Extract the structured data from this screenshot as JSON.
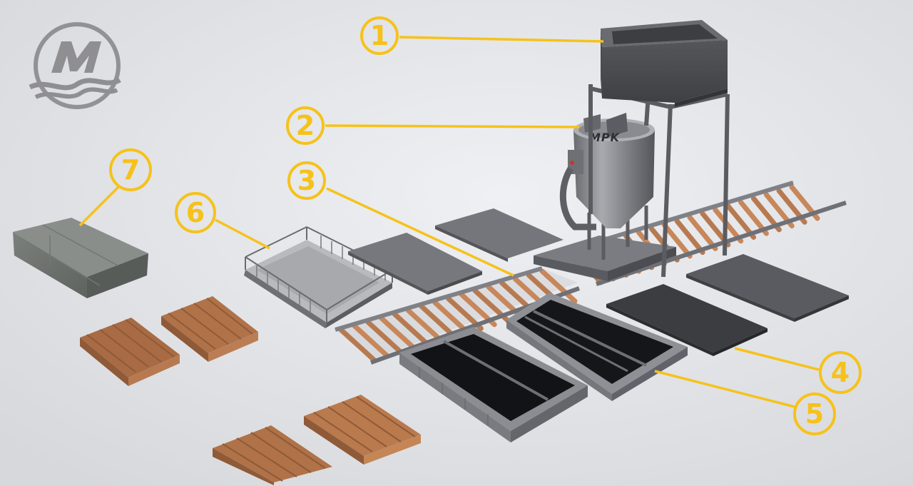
{
  "colors": {
    "background": "#e3e4e7",
    "callout": "#f6c21a",
    "steel_dark": "#4a4b4f",
    "steel_mid": "#6d6e73",
    "steel_light": "#9a9ba0",
    "mold_inner": "#17181b",
    "wood": "#c7875a",
    "wood_dark": "#8f5a37",
    "block_stack": "#6c706c",
    "logo": "#8f8f92"
  },
  "logo": {
    "icon": "stylized-M-wave-icon"
  },
  "mixer": {
    "label": "MPK"
  },
  "callouts": [
    {
      "label": "1",
      "target": "hopper"
    },
    {
      "label": "2",
      "target": "mixer"
    },
    {
      "label": "3",
      "target": "roller-conveyor"
    },
    {
      "label": "4",
      "target": "pallet-plate"
    },
    {
      "label": "5",
      "target": "mold"
    },
    {
      "label": "6",
      "target": "mold-frame"
    },
    {
      "label": "7",
      "target": "finished-blocks"
    }
  ]
}
